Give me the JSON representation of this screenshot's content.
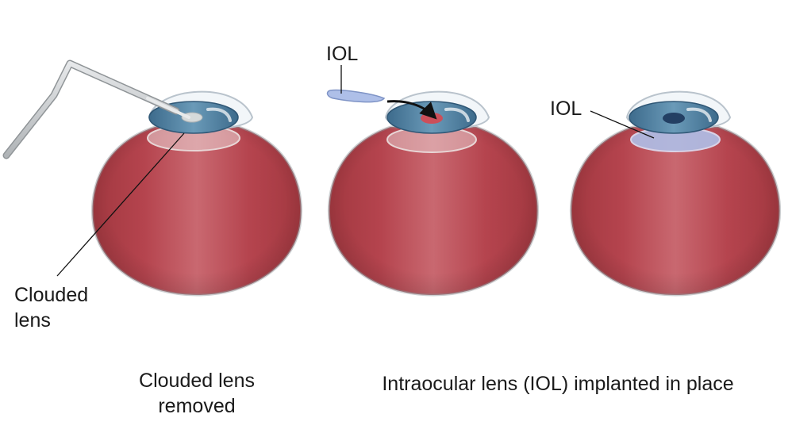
{
  "labels": {
    "clouded_lens_line1": "Clouded",
    "clouded_lens_line2": "lens",
    "iol_incoming": "IOL",
    "iol_implanted": "IOL"
  },
  "captions": {
    "removed_line1": "Clouded lens",
    "removed_line2": "removed",
    "implanted": "Intraocular lens (IOL) implanted in place"
  },
  "colors": {
    "eyeball": "#b5444e",
    "eyeball_highlight": "#c96870",
    "iris": "#4d7ea0",
    "pupil": "#233f63",
    "iol": "#aebfe8",
    "probe": "#cfd2d4"
  }
}
